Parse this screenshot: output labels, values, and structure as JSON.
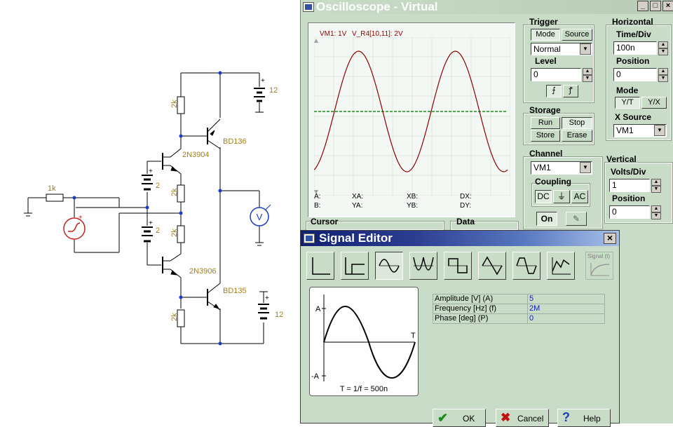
{
  "schematic": {
    "resistors": {
      "r_input": "1k",
      "r_top": "2k",
      "r_mid_top": "2k",
      "r_mid_bottom": "2k",
      "r_bottom": "2k"
    },
    "batteries": {
      "b_top": "12",
      "b_bias_top": "2",
      "b_bias_bottom": "2",
      "b_bottom": "12"
    },
    "transistors": {
      "q_npn_driver": "2N3904",
      "q_pnp_driver": "2N3906",
      "q_top": "BD136",
      "q_bottom": "BD135"
    },
    "voltmeter_label": "V",
    "plus_sign": "+"
  },
  "oscilloscope": {
    "title_main": "Oscilloscope - ",
    "title_sub": "Virtual",
    "window_buttons": {
      "minimize": "_",
      "maximize": "□",
      "close": "×"
    },
    "channel_labels": {
      "vm1": "VM1: 1V",
      "vr4": "V_R4[10,11]: 2V"
    },
    "readouts": {
      "a": "A:",
      "b": "B:",
      "xa": "XA:",
      "ya": "YA:",
      "xb": "XB:",
      "yb": "YB:",
      "dx": "DX:",
      "dy": "DY:"
    },
    "trigger": {
      "title": "Trigger",
      "mode_button": "Mode",
      "source_button": "Source",
      "mode_value": "Normal",
      "level_label": "Level",
      "level_value": "0"
    },
    "horizontal": {
      "title": "Horizontal",
      "timediv_label": "Time/Div",
      "timediv_value": "100n",
      "position_label": "Position",
      "position_value": "0",
      "mode_label": "Mode",
      "mode_yt": "Y/T",
      "mode_yx": "Y/X",
      "xsource_label": "X Source",
      "xsource_value": "VM1"
    },
    "storage": {
      "title": "Storage",
      "run": "Run",
      "stop": "Stop",
      "store": "Store",
      "erase": "Erase"
    },
    "channel": {
      "title": "Channel",
      "value": "VM1",
      "coupling_label": "Coupling",
      "dc": "DC",
      "gnd": "⏚",
      "ac": "AC",
      "on": "On"
    },
    "vertical": {
      "title": "Vertical",
      "voltsdiv_label": "Volts/Div",
      "voltsdiv_value": "1",
      "position_label": "Position",
      "position_value": "0"
    },
    "cursor_label": "Cursor",
    "data_label": "Data",
    "colors": {
      "trace_signal": "#8b0000",
      "trace_ground": "#1a8a1a",
      "panel_bg": "#c8dcc8"
    }
  },
  "signal_editor": {
    "title": "Signal Editor",
    "close_button": "×",
    "signal_button_label": "Signal (t)",
    "preview": {
      "label_a_pos": "A",
      "label_a_neg": "-A",
      "label_t": "T",
      "formula": "T = 1/f = 500n"
    },
    "params": [
      {
        "name": "Amplitude [V] (A)",
        "value": "5"
      },
      {
        "name": "Frequency [Hz] (f)",
        "value": "2M"
      },
      {
        "name": "Phase [deg] (P)",
        "value": "0"
      }
    ],
    "buttons": {
      "ok": "OK",
      "cancel": "Cancel",
      "help": "Help"
    }
  }
}
